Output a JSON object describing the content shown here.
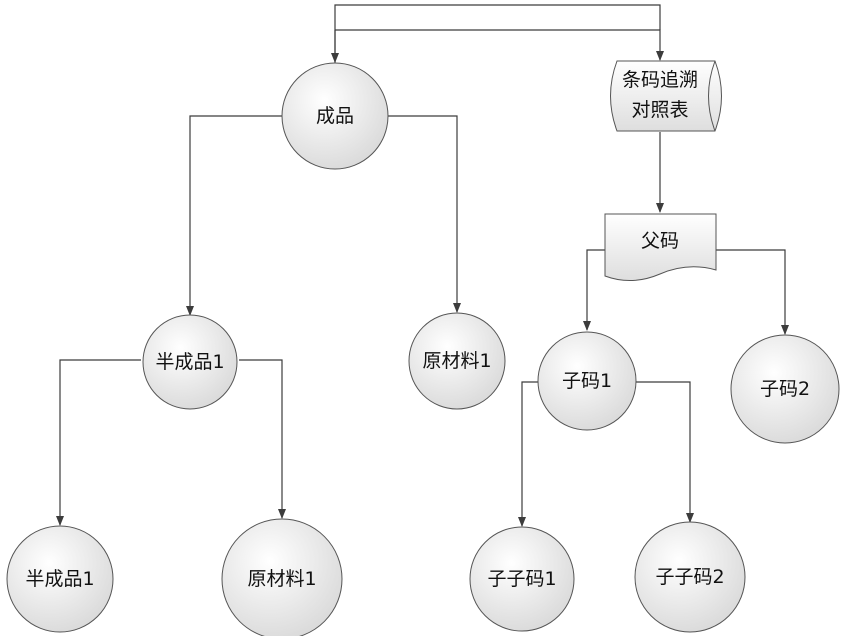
{
  "nodes": {
    "finished": "成品",
    "trace_table_line1": "条码追溯",
    "trace_table_line2": "对照表",
    "parent_code": "父码",
    "semi_mid": "半成品1",
    "raw_mid": "原材料1",
    "child1": "子码1",
    "child2": "子码2",
    "semi_bottom": "半成品1",
    "raw_bottom": "原材料1",
    "grandchild1": "子子码1",
    "grandchild2": "子子码2"
  },
  "colors": {
    "node_fill_light": "#ffffff",
    "node_fill_dark": "#dcdcdc",
    "stroke": "#3c3c3c"
  }
}
